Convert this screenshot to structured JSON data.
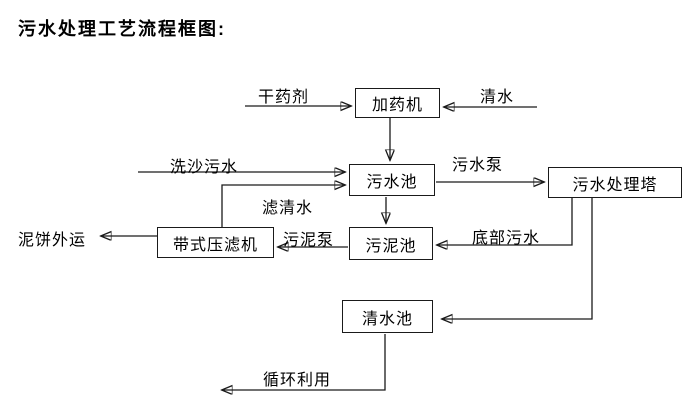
{
  "title": "污水处理工艺流程框图:",
  "nodes": {
    "dosing_machine": {
      "label": "加药机"
    },
    "sewage_pool": {
      "label": "污水池"
    },
    "treatment_tower": {
      "label": "污水处理塔"
    },
    "sludge_pool": {
      "label": "污泥池"
    },
    "belt_filter_press": {
      "label": "带式压滤机"
    },
    "clean_water_pool": {
      "label": "清水池"
    }
  },
  "flow_labels": {
    "dry_agent": {
      "text": "干药剂"
    },
    "clean_water": {
      "text": "清水"
    },
    "sand_washing_sewage": {
      "text": "洗沙污水"
    },
    "sewage_pump": {
      "text": "污水泵"
    },
    "filtered_water": {
      "text": "滤清水"
    },
    "sludge_pump": {
      "text": "污泥泵"
    },
    "bottom_sewage": {
      "text": "底部污水"
    },
    "mud_cake_out": {
      "text": "泥饼外运"
    },
    "recycling": {
      "text": "循环利用"
    }
  },
  "connections": [
    {
      "from": "干药剂",
      "to": "加药机"
    },
    {
      "from": "清水",
      "to": "加药机"
    },
    {
      "from": "加药机",
      "to": "污水池"
    },
    {
      "from": "洗沙污水",
      "to": "污水池"
    },
    {
      "from": "带式压滤机",
      "to": "污水池",
      "via": "滤清水"
    },
    {
      "from": "污水池",
      "to": "污水处理塔",
      "via": "污水泵"
    },
    {
      "from": "污水池",
      "to": "污泥池"
    },
    {
      "from": "污水处理塔",
      "to": "污泥池",
      "via": "底部污水"
    },
    {
      "from": "污泥池",
      "to": "带式压滤机",
      "via": "污泥泵"
    },
    {
      "from": "带式压滤机",
      "to": "泥饼外运"
    },
    {
      "from": "污水处理塔",
      "to": "清水池"
    },
    {
      "from": "清水池",
      "to": "循环利用"
    }
  ],
  "colors": {
    "background": "#ffffff",
    "line": "#1a1a1a",
    "box_border": "#1a1a1a",
    "box_fill": "#ffffff",
    "text": "#000000"
  }
}
